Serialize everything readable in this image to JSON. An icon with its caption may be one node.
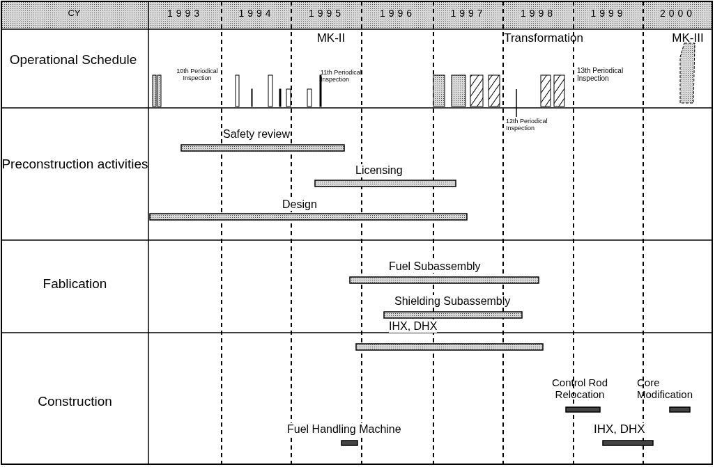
{
  "diagram": {
    "labels": [
      "CY",
      "1993",
      "1994",
      "1995",
      "1996",
      "1997",
      "1998",
      "1999",
      "2000",
      "Operational Schedule",
      "MK-II",
      "Transformation",
      "MK-III",
      "10th Periodical Inspection",
      "11th Periodical Inspection",
      "13th Periodical Inspection",
      "12th Periodical Inspection",
      "Preconstruction activities",
      "Safety review",
      "Licensing",
      "Design",
      "Fablication",
      "Fuel Subassembly",
      "Shielding Subassembly",
      "IHX, DHX",
      "Construction",
      "Control Rod Relocation",
      "Core Modification",
      "Fuel Handling Machine",
      "IHX, DHX"
    ]
  }
}
